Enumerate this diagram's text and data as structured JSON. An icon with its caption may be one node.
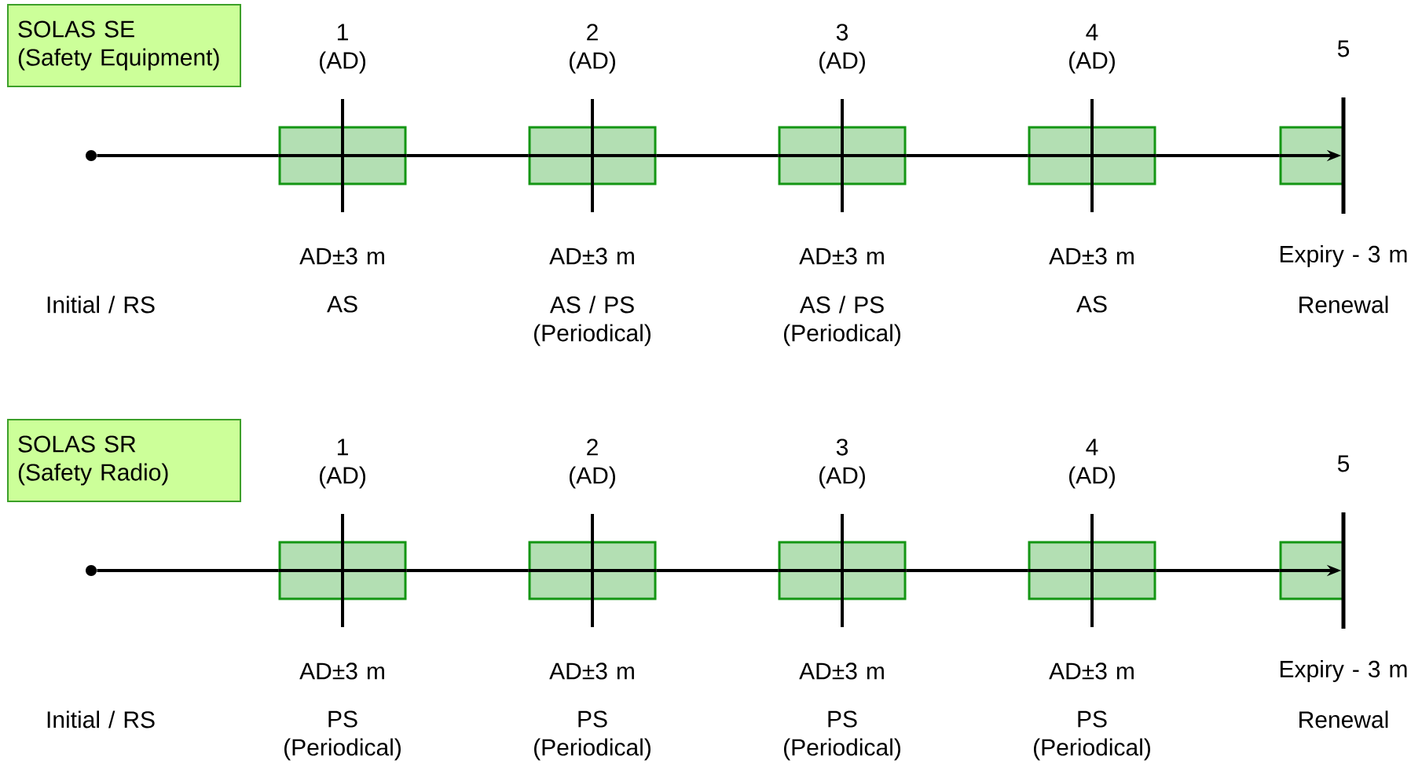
{
  "diagram": {
    "nodes": [
      {
        "text": [
          "SOLAS SE",
          "(Safety Equipment)"
        ]
      },
      {
        "text": [],
        "shape": "circle"
      },
      {
        "text": [],
        "shape": "box",
        "beside": [
          "1 (AD)",
          "AD±3 m"
        ]
      },
      {
        "text": [],
        "shape": "box",
        "beside": [
          "2 (AD)",
          "AD±3 m"
        ]
      },
      {
        "text": [],
        "shape": "box",
        "beside": [
          "3 (AD)",
          "AD±3 m"
        ]
      },
      {
        "text": [],
        "shape": "box",
        "beside": [
          "4 (AD)",
          "AD±3 m"
        ]
      },
      {
        "text": [],
        "shape": "box"
      },
      {
        "text": [],
        "shape": "bar",
        "beside": [
          "5",
          "Expiry - 3 m"
        ]
      },
      {
        "text": [
          "SOLAS SR",
          "(Safety Radio)"
        ]
      },
      {
        "text": [],
        "shape": "circle"
      },
      {
        "text": [],
        "shape": "box",
        "beside": [
          "1 (AD)",
          "AD±3 m"
        ]
      },
      {
        "text": [],
        "shape": "box",
        "beside": [
          "2 (AD)",
          "AD±3 m"
        ]
      },
      {
        "text": [],
        "shape": "box",
        "beside": [
          "3 (AD)",
          "AD±3 m"
        ]
      },
      {
        "text": [],
        "shape": "box",
        "beside": [
          "4 (AD)",
          "AD±3 m"
        ]
      },
      {
        "text": [],
        "shape": "box"
      },
      {
        "text": [],
        "shape": "bar",
        "beside": [
          "5",
          "Expiry - 3 m"
        ]
      }
    ],
    "edges": [
      {
        "from": 1,
        "to": 2,
        "arrow": "none"
      },
      {
        "from": 2,
        "to": 3,
        "arrow": "none"
      },
      {
        "from": 3,
        "to": 4,
        "arrow": "none"
      },
      {
        "from": 4,
        "to": 5,
        "arrow": "none"
      },
      {
        "from": 5,
        "to": 6,
        "arrow": "none"
      },
      {
        "from": 6,
        "to": 7,
        "arrow": "to"
      },
      {
        "from": 9,
        "to": 10,
        "arrow": "none"
      },
      {
        "from": 10,
        "to": 11,
        "arrow": "none"
      },
      {
        "from": 11,
        "to": 12,
        "arrow": "none"
      },
      {
        "from": 12,
        "to": 13,
        "arrow": "none"
      },
      {
        "from": 13,
        "to": 14,
        "arrow": "none"
      },
      {
        "from": 14,
        "to": 15,
        "arrow": "to"
      }
    ],
    "labels": [
      "Initial / RS",
      "AS",
      "AS / PS (Periodical)",
      "AS / PS (Periodical)",
      "AS",
      "Renewal",
      "Initial / RS",
      "PS (Periodical)",
      "PS (Periodical)",
      "PS (Periodical)",
      "PS (Periodical)",
      "Renewal"
    ]
  }
}
